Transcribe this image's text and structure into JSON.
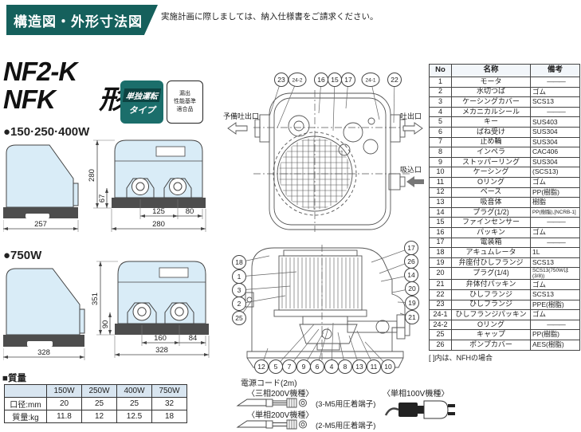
{
  "header": {
    "banner": "構造図・外形寸法図",
    "notice": "実施計画に際しましては、納入仕様書をご請求ください。"
  },
  "title": {
    "model1": "NF2-K",
    "model2": "NFK",
    "suffix": "形",
    "badge_teal_line1": "単独運転",
    "badge_teal_line2": "タイプ",
    "badge_cert_line1": "漏出",
    "badge_cert_line2": "性能基準",
    "badge_cert_line3": "適合品"
  },
  "sections": {
    "small": "●150·250·400W",
    "large": "●750W"
  },
  "dims": {
    "small": {
      "side_width": "257",
      "height": "280",
      "port_height": "67",
      "pitch": "125",
      "side_offset": "80",
      "width": "280"
    },
    "large": {
      "side_width": "328",
      "height": "351",
      "port_height": "90",
      "pitch": "160",
      "side_offset": "84",
      "width": "328"
    }
  },
  "diagram": {
    "labels": {
      "spare_outlet": "予備吐出口",
      "outlet": "吐出口",
      "suction": "吸込口"
    },
    "top_callouts": [
      "23",
      "24-2",
      "16",
      "15",
      "17",
      "24-1",
      "22"
    ],
    "side_left_callouts": [
      "18",
      "1",
      "3",
      "2",
      "25"
    ],
    "side_right_callouts": [
      "17",
      "26",
      "14",
      "20",
      "19",
      "21"
    ],
    "side_bottom_callouts": [
      "12",
      "5",
      "7",
      "9",
      "6",
      "4",
      "8",
      "13",
      "11",
      "10"
    ]
  },
  "parts_table": {
    "headers": [
      "No",
      "名称",
      "備考"
    ],
    "rows": [
      [
        "1",
        "モータ",
        "———"
      ],
      [
        "2",
        "水切つば",
        "ゴム"
      ],
      [
        "3",
        "ケーシングカバー",
        "SCS13"
      ],
      [
        "4",
        "メカニカルシール",
        "———"
      ],
      [
        "5",
        "キー",
        "SUS403"
      ],
      [
        "6",
        "ばね受け",
        "SUS304"
      ],
      [
        "7",
        "止め輪",
        "SUS304"
      ],
      [
        "8",
        "インペラ",
        "CAC406"
      ],
      [
        "9",
        "ストッパーリング",
        "SUS304"
      ],
      [
        "10",
        "ケーシング",
        "(SCS13)"
      ],
      [
        "11",
        "Oリング",
        "ゴム"
      ],
      [
        "12",
        "ベース",
        "PP(樹脂)"
      ],
      [
        "13",
        "吸音体",
        "樹脂"
      ],
      [
        "14",
        "プラグ(1/2)",
        "PP(樹脂),[NCRB-1]"
      ],
      [
        "15",
        "ファインセンサー",
        "———"
      ],
      [
        "16",
        "パッキン",
        "ゴム"
      ],
      [
        "17",
        "電装箱",
        "———"
      ],
      [
        "18",
        "アキュムレータ",
        "1L"
      ],
      [
        "19",
        "弁座付ひしフランジ",
        "SCS13"
      ],
      [
        "20",
        "プラグ(1/4)",
        "SCS13(750Wは(3/8))"
      ],
      [
        "21",
        "弁体付パッキン",
        "ゴム"
      ],
      [
        "22",
        "ひしフランジ",
        "SCS13"
      ],
      [
        "23",
        "ひしフランジ",
        "PPE(樹脂)"
      ],
      [
        "24-1",
        "ひしフランジパッキン",
        "ゴム"
      ],
      [
        "24-2",
        "Oリング",
        "———"
      ],
      [
        "25",
        "キャップ",
        "PP(樹脂)"
      ],
      [
        "26",
        "ポンプカバー",
        "AES(樹脂)"
      ]
    ],
    "footnote": "[ ]内は、NFHの場合"
  },
  "weight_table": {
    "title": "■質量",
    "headers": [
      "",
      "150W",
      "250W",
      "400W",
      "750W"
    ],
    "rows": [
      [
        "口径:mm",
        "20",
        "25",
        "25",
        "32"
      ],
      [
        "質量:kg",
        "11.8",
        "12",
        "12.5",
        "18"
      ]
    ]
  },
  "power_cord": {
    "title": "電源コード(2m)",
    "label_3phase": "〈三相200V機種〉",
    "note_3phase": "(3-M5用圧着端子)",
    "label_1phase200": "〈単相200V機種〉",
    "note_1phase200": "(2-M5用圧着端子)",
    "label_1phase100": "〈単相100V機種〉"
  }
}
